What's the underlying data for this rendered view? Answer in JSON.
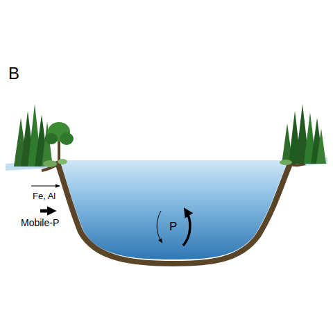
{
  "diagram": {
    "labels": [
      "B",
      "Fe, Al",
      "Mobile-P",
      "P"
    ]
  }
}
